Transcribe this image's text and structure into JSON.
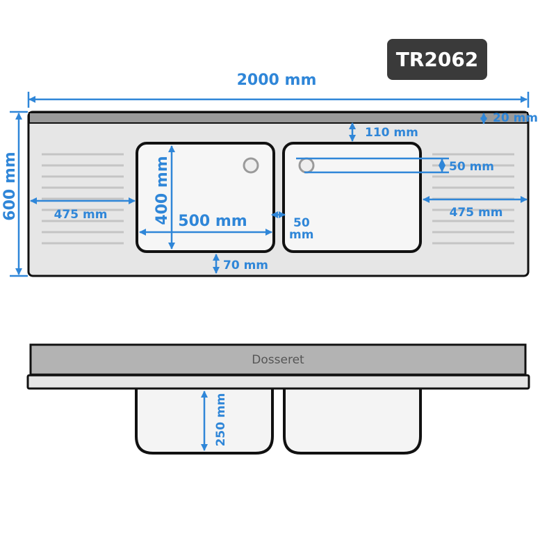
{
  "model_badge": "TR2062",
  "top_view": {
    "overall_width": "2000 mm",
    "overall_depth": "600 mm",
    "backsplash_height": "20 mm",
    "top_margin": "110 mm",
    "drainer_left_width": "475 mm",
    "drainer_right_width": "475 mm",
    "bowl_height": "400 mm",
    "bowl_width": "500 mm",
    "bowl_gap": "50 mm",
    "bowl_gap_line1": "50",
    "bowl_gap_line2": "mm",
    "drain_offset": "50 mm",
    "bottom_margin": "70 mm"
  },
  "side_view": {
    "backsplash_label": "Dosseret",
    "bowl_depth": "250 mm"
  },
  "colors": {
    "dimension": "#2f86d8",
    "steel": "#e5e5e5",
    "outline": "#111111",
    "badge": "#3a3a3a"
  }
}
